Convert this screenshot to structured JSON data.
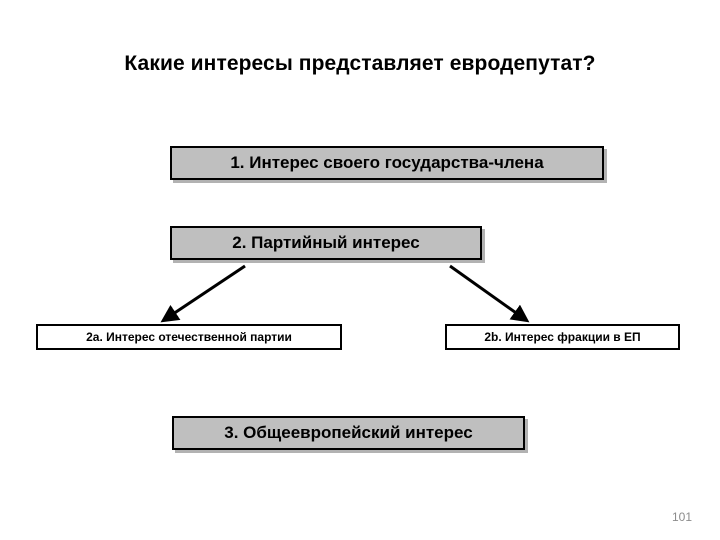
{
  "slide": {
    "title": "Какие интересы представляет евродепутат?",
    "page_number": "101",
    "colors": {
      "box_fill": "#bfbfbf",
      "box_border": "#000000",
      "plain_fill": "#ffffff",
      "text": "#000000",
      "page_number": "#8c8c8c",
      "background": "#ffffff"
    }
  },
  "diagram": {
    "type": "hierarchy",
    "nodes": [
      {
        "id": "state",
        "label": "1. Интерес своего государства-члена",
        "level": 1,
        "style": "filled"
      },
      {
        "id": "party",
        "label": "2. Партийный интерес",
        "level": 1,
        "style": "filled"
      },
      {
        "id": "party-a",
        "label": "2a. Интерес отечественной партии",
        "level": 2,
        "style": "plain"
      },
      {
        "id": "party-b",
        "label": "2b. Интерес фракции в ЕП",
        "level": 2,
        "style": "plain"
      },
      {
        "id": "european",
        "label": "3. Общеевропейский интерес",
        "level": 1,
        "style": "filled"
      }
    ],
    "connectors": [
      {
        "from": "party",
        "to": "party-a",
        "kind": "arrow"
      },
      {
        "from": "party",
        "to": "party-b",
        "kind": "arrow"
      }
    ]
  }
}
